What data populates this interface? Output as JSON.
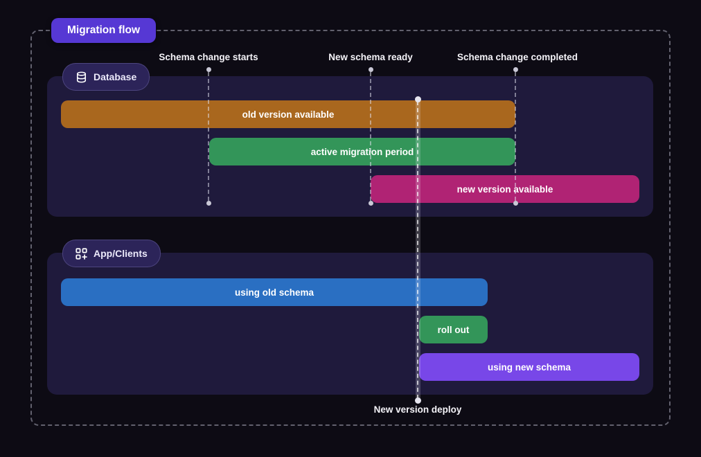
{
  "title": {
    "label": "Migration flow"
  },
  "colors": {
    "background": "#0d0b14",
    "panel": "#1f1a3c",
    "section_badge": "#2c2459",
    "title_badge": "#5638d4",
    "frame_dash": "#62616e",
    "marker_line": "#e4e4f0",
    "bar_old_version": "#a9671e",
    "bar_active_migration": "#339559",
    "bar_new_version": "#b02374",
    "bar_using_old_schema": "#2a6fc2",
    "bar_roll_out": "#339559",
    "bar_using_new_schema": "#7847e8"
  },
  "timeline_markers": [
    {
      "id": "schema-change-starts",
      "label": "Schema change starts",
      "position": "top"
    },
    {
      "id": "new-schema-ready",
      "label": "New schema ready",
      "position": "top"
    },
    {
      "id": "schema-change-completed",
      "label": "Schema change completed",
      "position": "top"
    },
    {
      "id": "new-version-deploy",
      "label": "New version deploy",
      "position": "bottom"
    }
  ],
  "sections": [
    {
      "id": "database",
      "label": "Database",
      "icon": "database-icon",
      "bars": [
        {
          "label": "old version available",
          "color": "#a9671e"
        },
        {
          "label": "active migration period",
          "color": "#339559"
        },
        {
          "label": "new version available",
          "color": "#b02374"
        }
      ]
    },
    {
      "id": "app-clients",
      "label": "App/Clients",
      "icon": "grid-plus-icon",
      "bars": [
        {
          "label": "using old schema",
          "color": "#2a6fc2"
        },
        {
          "label": "roll out",
          "color": "#339559"
        },
        {
          "label": "using new schema",
          "color": "#7847e8"
        }
      ]
    }
  ]
}
